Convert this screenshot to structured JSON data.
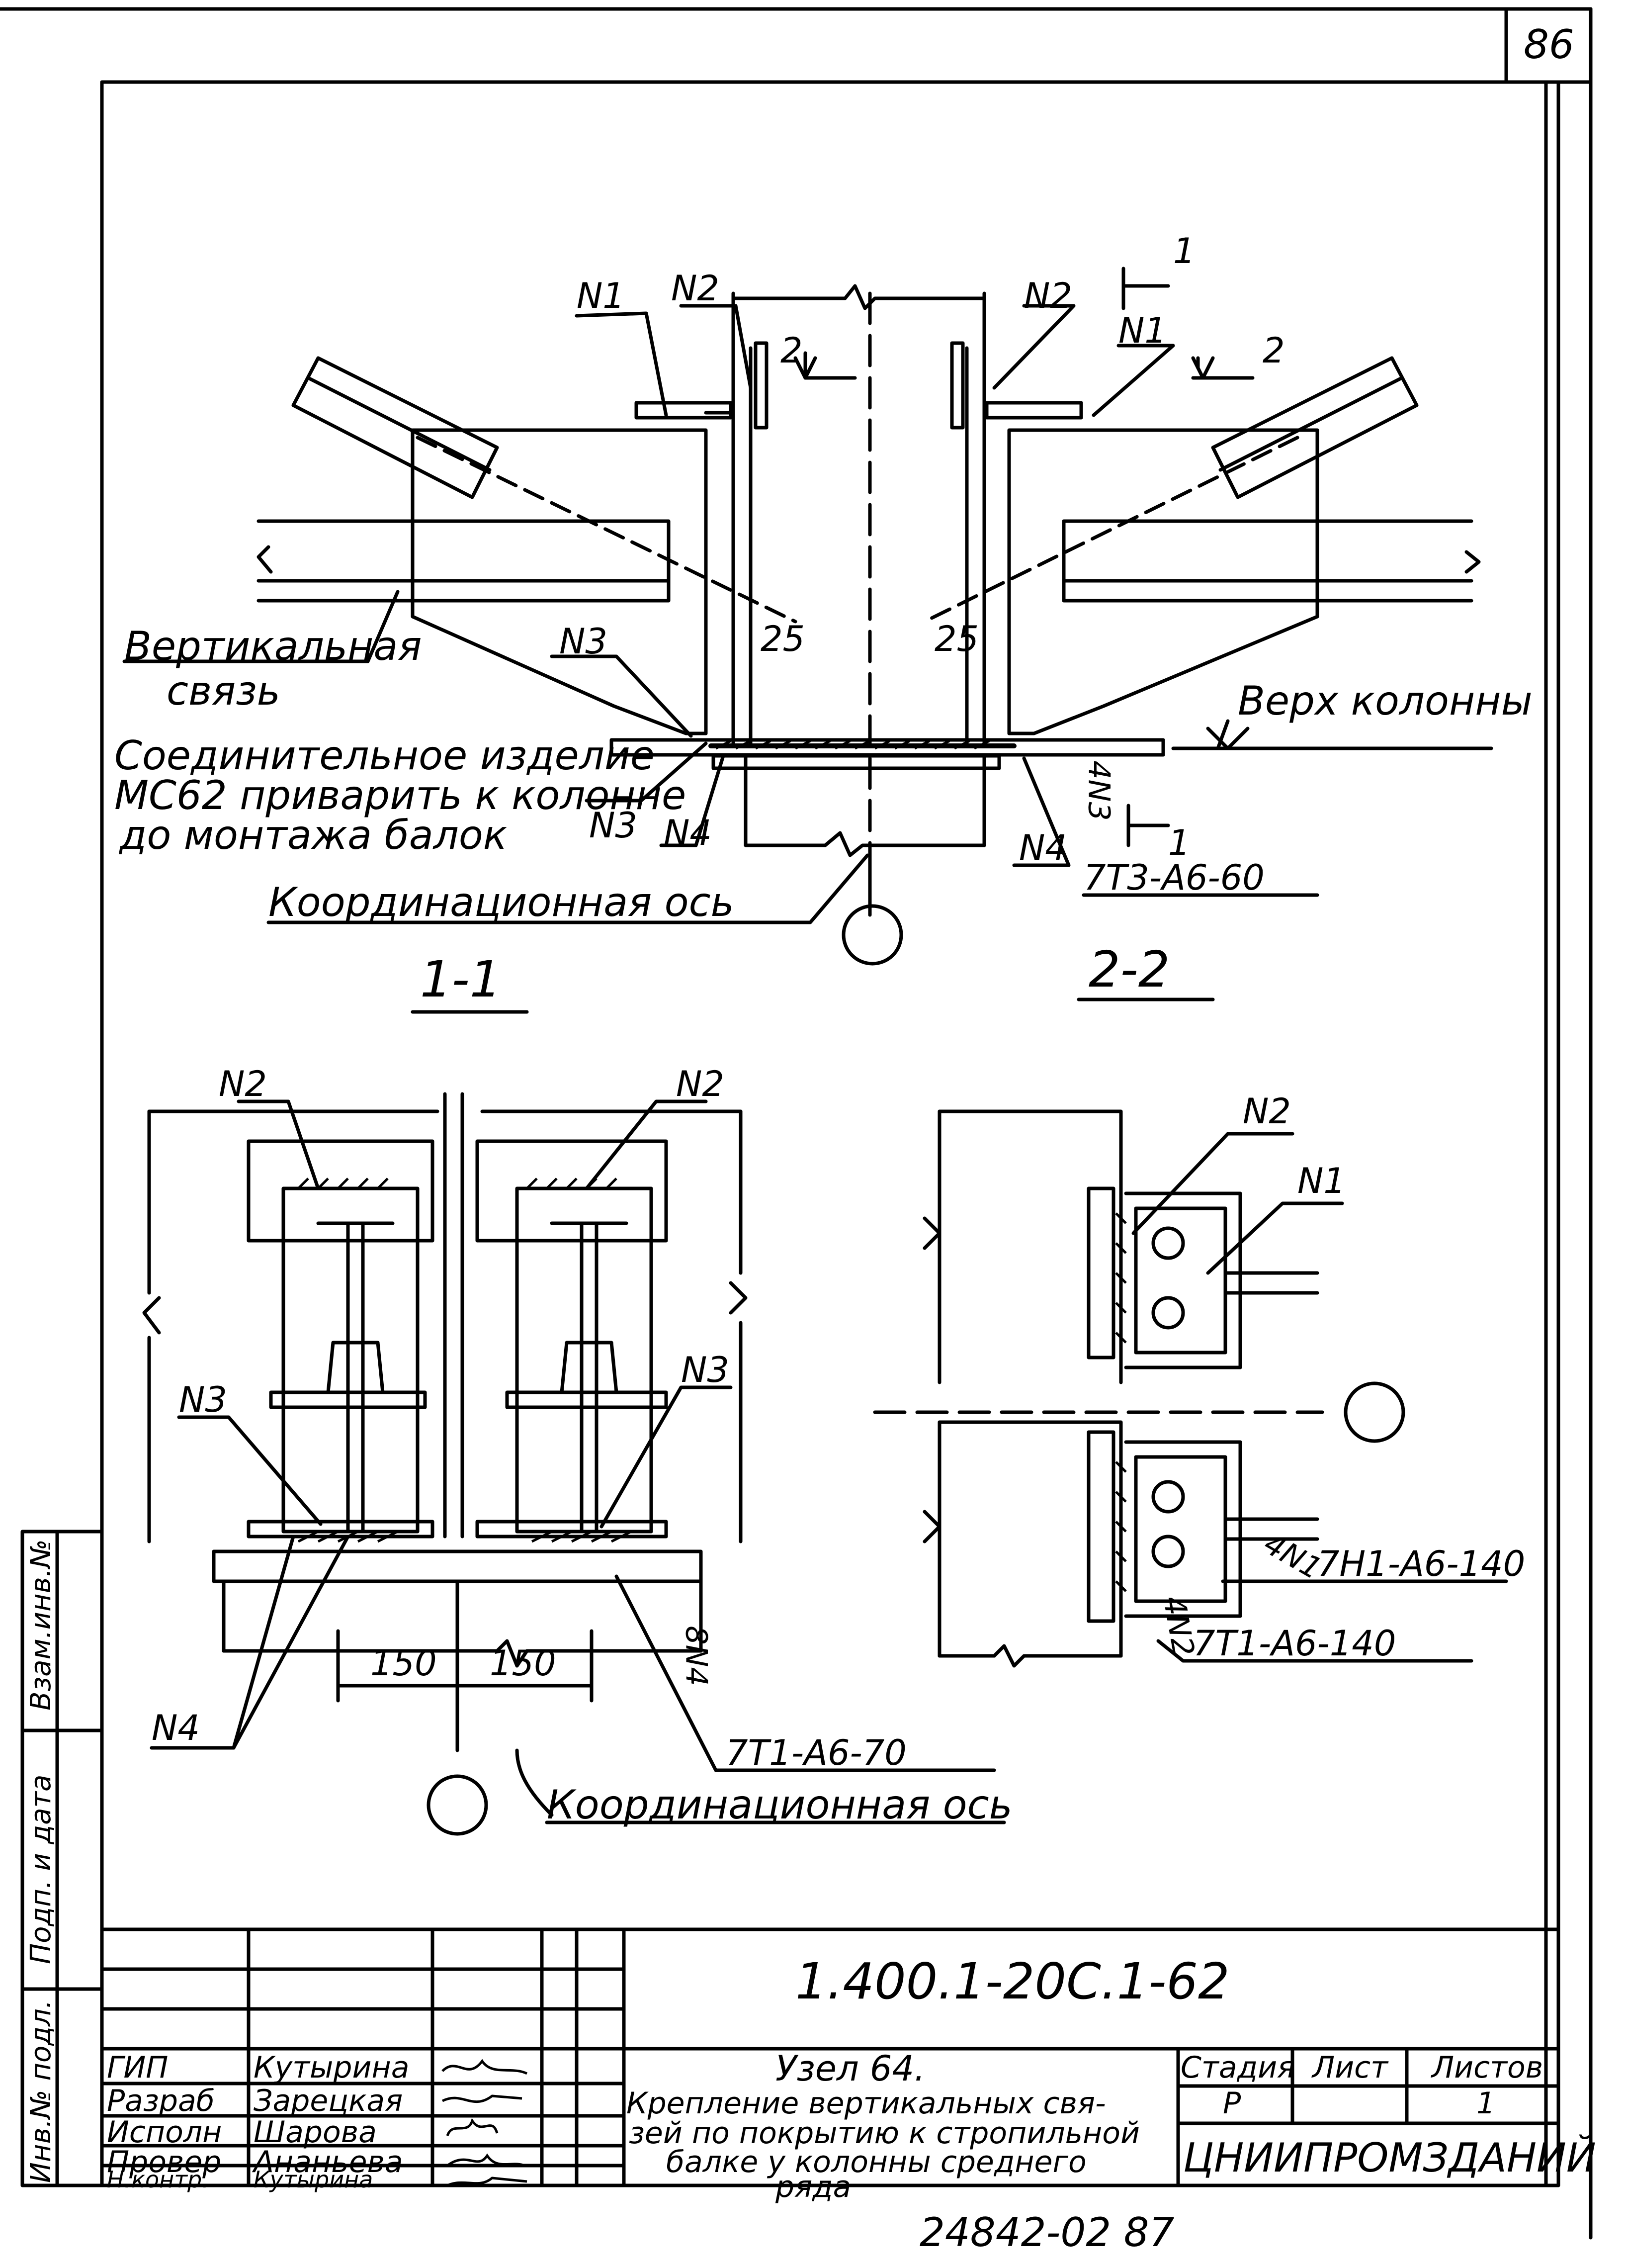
{
  "page_number": "86",
  "sections": {
    "s11": "1-1",
    "s22": "2-2"
  },
  "callouts": {
    "n1": "N1",
    "n2": "N2",
    "n3": "N3",
    "n4": "N4",
    "ref1": "1",
    "ref2": "2",
    "dim25": "25",
    "dim150": "150",
    "n4_4": "4N3",
    "n4_8": "8N4",
    "n1_4": "4N1",
    "n2_4": "4N2"
  },
  "notes": {
    "vertical_brace_l1": "Вертикальная",
    "vertical_brace_l2": "связь",
    "top_of_column": "Верх колонны",
    "connector_l1": "Соединительное изделие",
    "connector_l2": "МС62 приварить к колонне",
    "connector_l3": "до монтажа балок",
    "coord_axis": "Координационная ось",
    "weld_60": "7Т3-А6-60",
    "weld_70": "7Т1-А6-70",
    "weld_140a": "7Н1-А6-140",
    "weld_140b": "7Т1-А6-140"
  },
  "side_stamp": {
    "inv_orig": "Инв.№ подл.",
    "sign_date": "Подп. и дата",
    "replace_inv": "Взам.инв.№"
  },
  "title_block": {
    "doc_code": "1.400.1-20С.1-62",
    "roles": [
      "ГИП",
      "Разраб",
      "Исполн",
      "Провер",
      "Н.контр."
    ],
    "names": [
      "Кутырина",
      "Зарецкая",
      "Шарова",
      "Ананьева",
      "Кутырина"
    ],
    "title_l1": "Узел 64.",
    "title_l2": "Крепление вертикальных свя-",
    "title_l3": "зей по покрытию к стропильной",
    "title_l4": "балке у колонны среднего",
    "title_l5": "ряда",
    "stage_header": "Стадия",
    "sheet_header": "Лист",
    "sheets_header": "Листов",
    "stage_value": "Р",
    "sheets_value": "1",
    "org": "ЦНИИПРОМЗДАНИЙ"
  },
  "footer_code": "24842-02   87"
}
